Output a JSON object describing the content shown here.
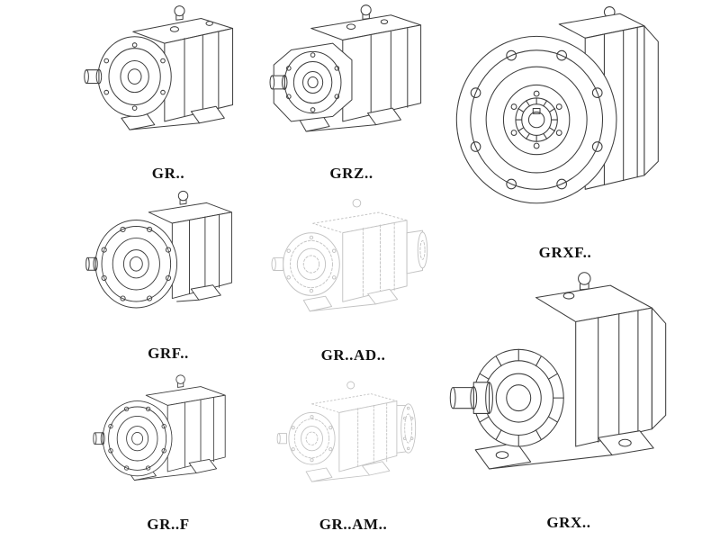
{
  "page": {
    "background": "#ffffff",
    "line_color": "#3f3f3f",
    "ghost_line_color": "#c3c3c3"
  },
  "figures": [
    {
      "id": "gr",
      "label": "GR..",
      "style": "solid"
    },
    {
      "id": "grz",
      "label": "GRZ..",
      "style": "solid"
    },
    {
      "id": "grxf",
      "label": "GRXF..",
      "style": "solid"
    },
    {
      "id": "grf",
      "label": "GRF..",
      "style": "solid"
    },
    {
      "id": "grad",
      "label": "GR..AD..",
      "style": "ghost"
    },
    {
      "id": "grof",
      "label": "GR..F",
      "style": "solid"
    },
    {
      "id": "gram",
      "label": "GR..AM..",
      "style": "ghost"
    },
    {
      "id": "grx",
      "label": "GRX..",
      "style": "solid"
    }
  ]
}
